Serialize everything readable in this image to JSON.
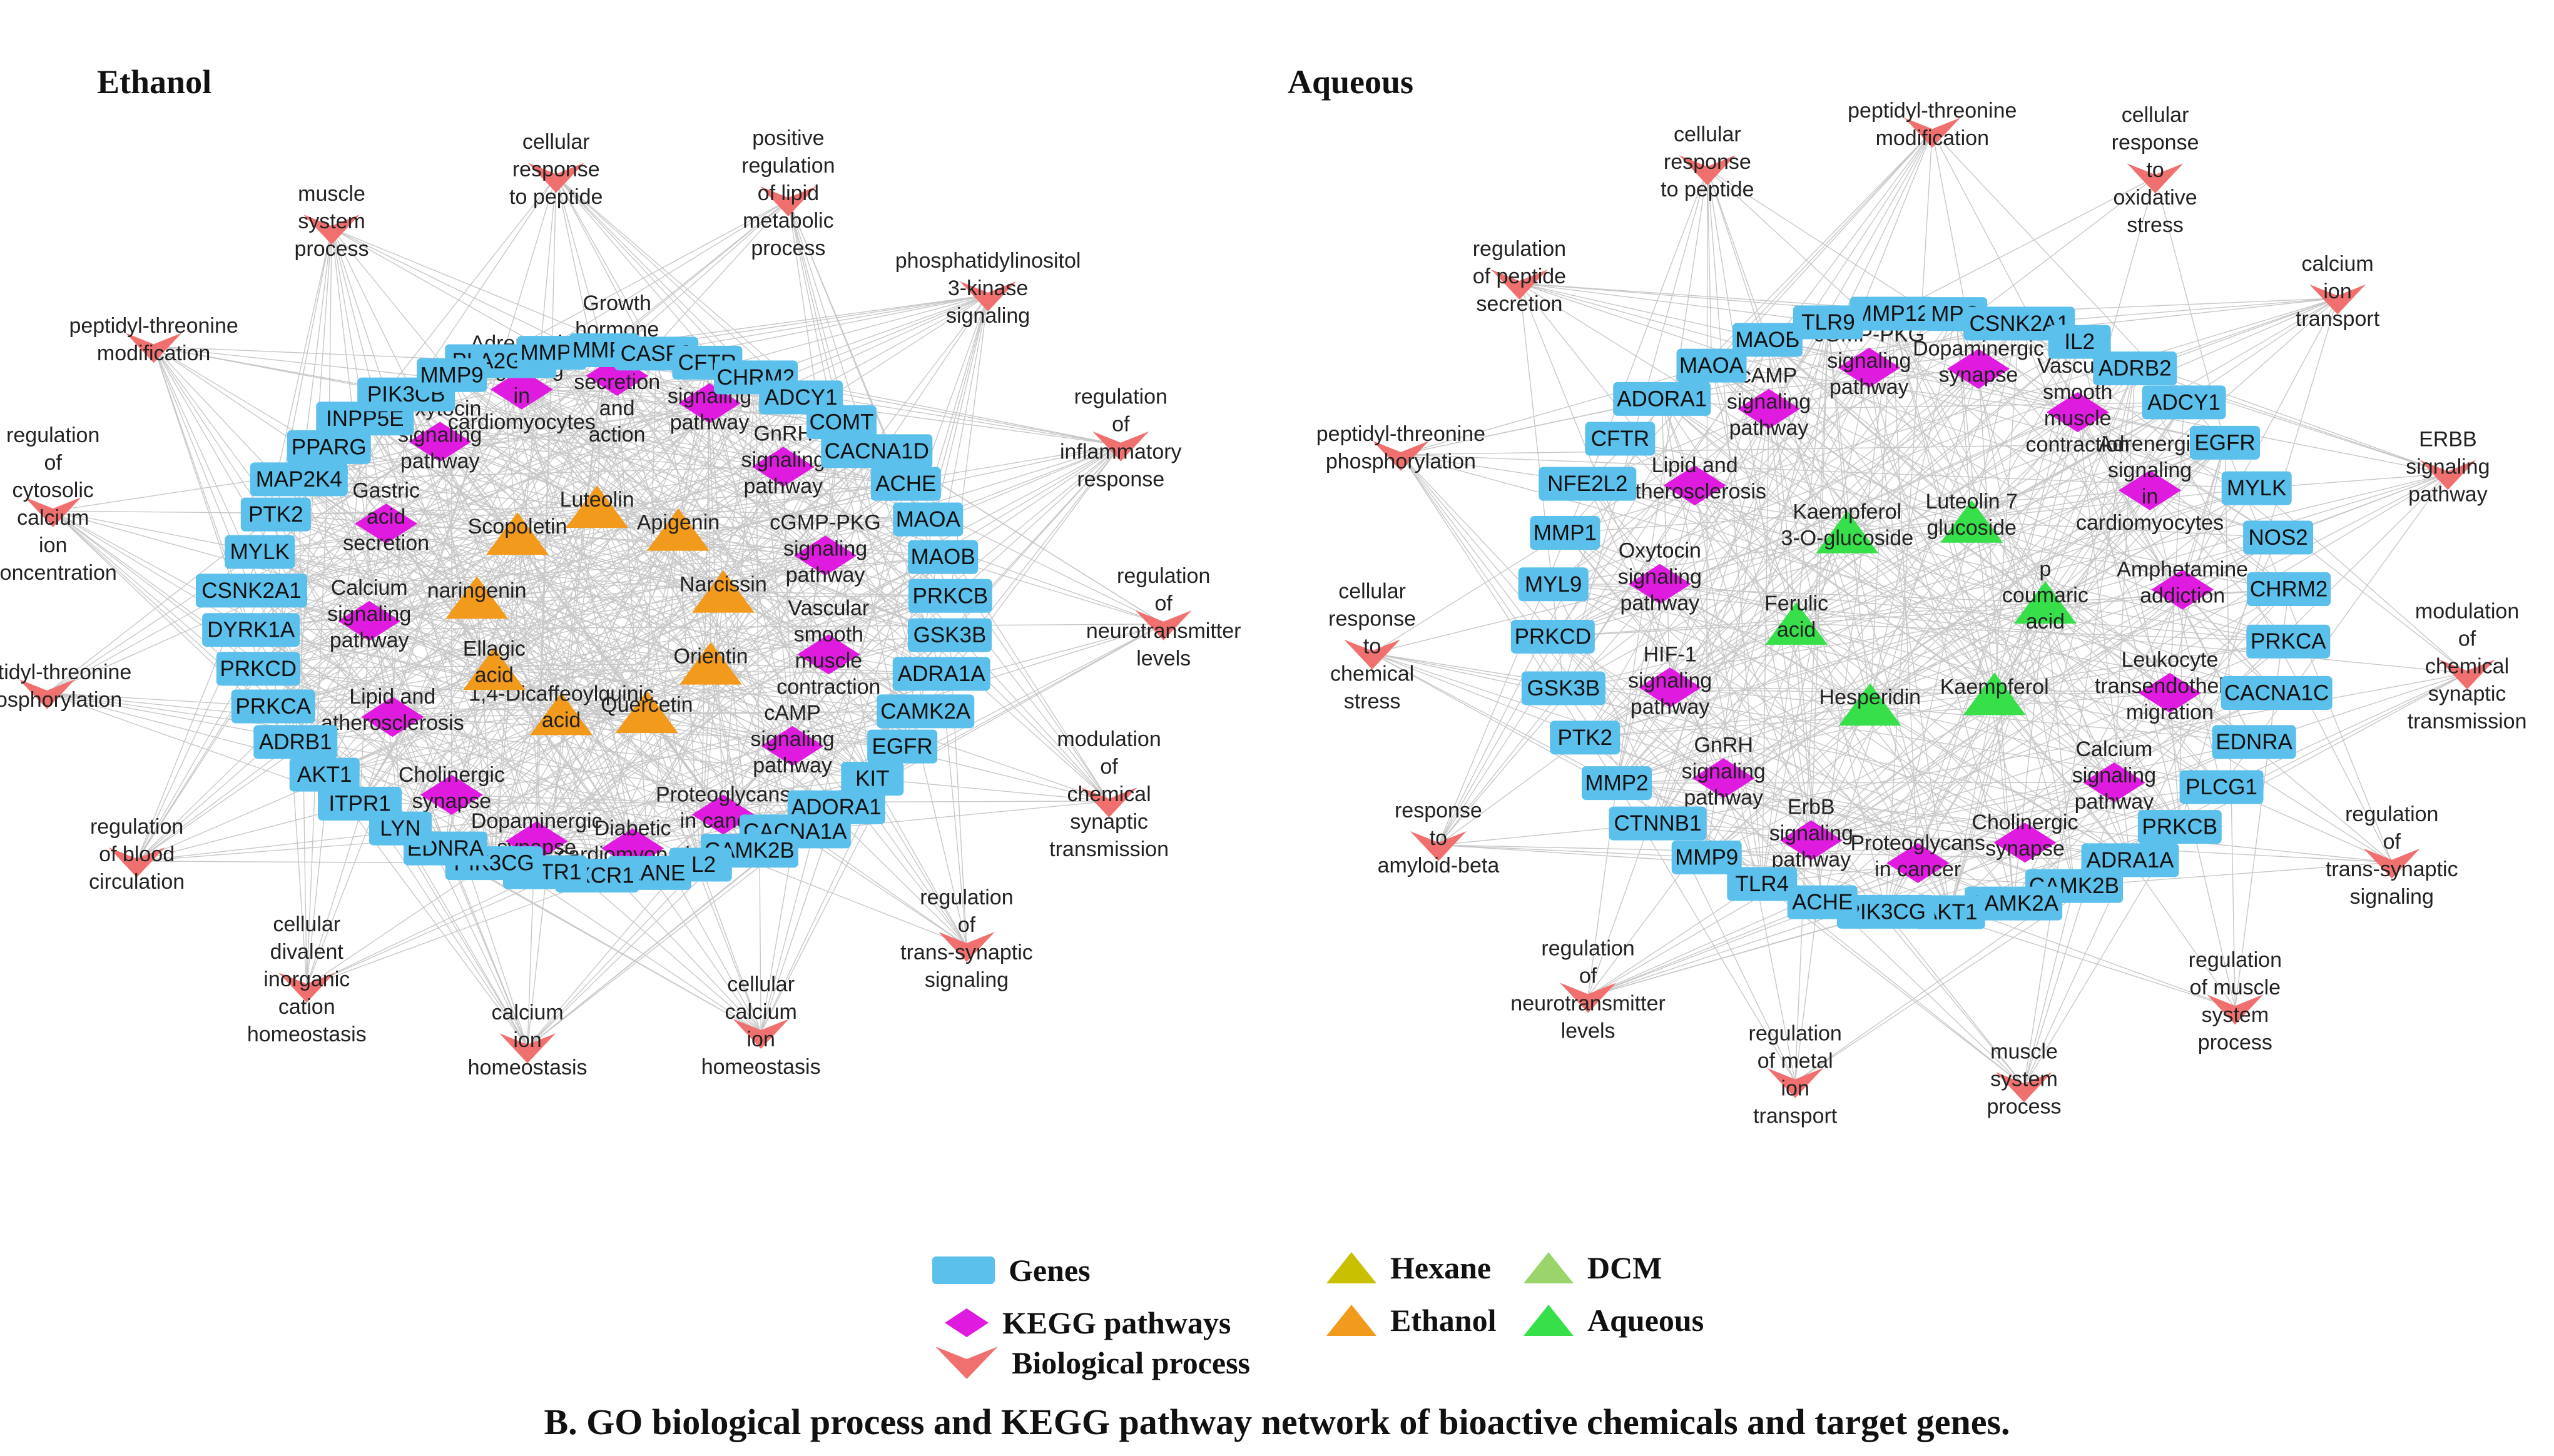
{
  "panels": {
    "ethanol_title": "Ethanol",
    "aqueous_title": "Aqueous"
  },
  "legend": {
    "genes": "Genes",
    "kegg": "KEGG pathways",
    "bio": "Biological process",
    "hexane": "Hexane",
    "ethanol": "Ethanol",
    "dcm": "DCM",
    "aqueous": "Aqueous"
  },
  "caption": "B. GO biological process and KEGG pathway network of bioactive chemicals and target genes.",
  "colors": {
    "gene": "#5bc0eb",
    "kegg": "#e01be0",
    "bio": "#f07070",
    "ethanol": "#f29a1c",
    "aqueous": "#37e04a",
    "hexane": "#c8c000",
    "dcm": "#9ad46a",
    "edge": "#c8c8c8"
  },
  "networks": [
    {
      "name": "ethanol",
      "genes": [
        "PLA2G2A",
        "MMP2",
        "MMP1",
        "CASP8",
        "CFTR",
        "CHRM2",
        "ADCY1",
        "COMT",
        "CACNA1D",
        "ACHE",
        "MAOA",
        "MAOB",
        "PRKCB",
        "GSK3B",
        "ADRA1A",
        "CAMK2A",
        "EGFR",
        "KIT",
        "ADORA1",
        "CACNA1A",
        "CAMK2B",
        "IL2",
        "ELANE",
        "CXCR1",
        "AGTR1",
        "PIK3CG",
        "EDNRA",
        "LYN",
        "ITPR1",
        "AKT1",
        "ADRB1",
        "PRKCA",
        "PRKCD",
        "DYRK1A",
        "CSNK2A1",
        "MYLK",
        "PTK2",
        "MAP2K4",
        "PPARG",
        "INPP5E",
        "PIK3CB",
        "MMP9"
      ],
      "kegg": [
        "Growth\nhormone\nsynthesis,\nsecretion\nand\naction",
        "ErbB\nsignaling\npathway",
        "GnRH\nsignaling\npathway",
        "cGMP-PKG\nsignaling\npathway",
        "Vascular\nsmooth\nmuscle\ncontraction",
        "cAMP\nsignaling\npathway",
        "Proteoglycans\nin cancer",
        "Diabetic\ncardiomyopathy",
        "Dopaminergic\nsynapse",
        "Cholinergic\nsynapse",
        "Lipid and\natherosclerosis",
        "Calcium\nsignaling\npathway",
        "Gastric\nacid\nsecretion",
        "Oxytocin\nsignaling\npathway",
        "Adrenergic\nsignaling\nin\ncardiomyocytes"
      ],
      "bio": [
        "cellular\nresponse\nto peptide",
        "positive\nregulation\nof lipid\nmetabolic\nprocess",
        "phosphatidylinositol\n3-kinase\nsignaling",
        "regulation\nof\ninflammatory\nresponse",
        "regulation\nof\nneurotransmitter\nlevels",
        "modulation\nof\nchemical\nsynaptic\ntransmission",
        "regulation\nof\ntrans-synaptic\nsignaling",
        "cellular\ncalcium\nion\nhomeostasis",
        "calcium\nion\nhomeostasis",
        "cellular\ndivalent\ninorganic\ncation\nhomeostasis",
        "regulation\nof blood\ncirculation",
        "peptidyl-threonine\nphosphorylation",
        "regulation\nof\ncytosolic\ncalcium\nion\nconcentration",
        "peptidyl-threonine\nmodification",
        "muscle\nsystem\nprocess"
      ],
      "compounds": [
        "Luteolin",
        "Apigenin",
        "Narcissin",
        "Orientin",
        "Quercetin",
        "1,4-Dicaffeoylquinic\nacid",
        "Ellagic\nacid",
        "naringenin",
        "Scopoletin"
      ]
    },
    {
      "name": "aqueous",
      "genes": [
        "MMP12",
        "MPO",
        "CSNK2A1",
        "IL2",
        "ADRB2",
        "ADCY1",
        "EGFR",
        "MYLK",
        "NOS2",
        "CHRM2",
        "PRKCA",
        "CACNA1C",
        "EDNRA",
        "PLCG1",
        "PRKCB",
        "ADRA1A",
        "CAMK2B",
        "CAMK2A",
        "AKT1",
        "PIK3CG",
        "ACHE",
        "TLR4",
        "MMP9",
        "CTNNB1",
        "MMP2",
        "PTK2",
        "GSK3B",
        "PRKCD",
        "MYL9",
        "MMP1",
        "NFE2L2",
        "CFTR",
        "ADORA1",
        "MAOA",
        "MAOB",
        "TLR9"
      ],
      "kegg": [
        "Dopaminergic\nsynapse",
        "Vascular\nsmooth\nmuscle\ncontraction",
        "Adrenergic\nsignaling\nin\ncardiomyocytes",
        "Amphetamine\naddiction",
        "Leukocyte\ntransendothelial\nmigration",
        "Calcium\nsignaling\npathway",
        "Cholinergic\nsynapse",
        "Proteoglycans\nin cancer",
        "ErbB\nsignaling\npathway",
        "GnRH\nsignaling\npathway",
        "HIF-1\nsignaling\npathway",
        "Oxytocin\nsignaling\npathway",
        "Lipid and\natherosclerosis",
        "cAMP\nsignaling\npathway",
        "cGMP-PKG\nsignaling\npathway"
      ],
      "bio": [
        "peptidyl-threonine\nmodification",
        "cellular\nresponse\nto\noxidative\nstress",
        "calcium\nion\ntransport",
        "ERBB\nsignaling\npathway",
        "modulation\nof\nchemical\nsynaptic\ntransmission",
        "regulation\nof\ntrans-synaptic\nsignaling",
        "regulation\nof muscle\nsystem\nprocess",
        "muscle\nsystem\nprocess",
        "regulation\nof metal\nion\ntransport",
        "regulation\nof\nneurotransmitter\nlevels",
        "response\nto\namyloid-beta",
        "cellular\nresponse\nto\nchemical\nstress",
        "peptidyl-threonine\nphosphorylation",
        "regulation\nof peptide\nsecretion",
        "cellular\nresponse\nto peptide"
      ],
      "compounds": [
        "Kaempferol\n3-O-glucoside",
        "Luteolin 7\nglucoside",
        "p\ncoumaric\nacid",
        "Kaempferol",
        "Hesperidin",
        "Ferulic\nacid"
      ]
    }
  ]
}
